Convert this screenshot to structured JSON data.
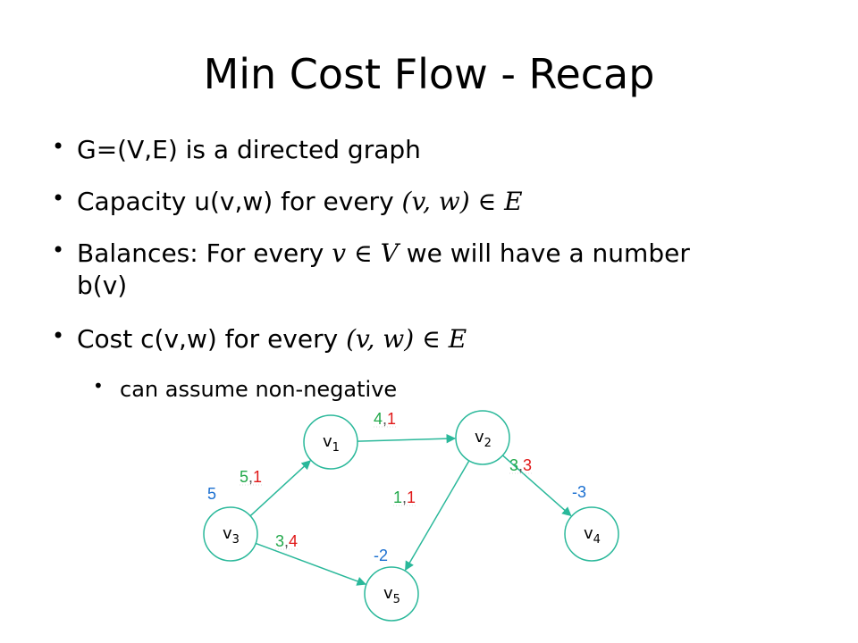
{
  "slide": {
    "title": "Min Cost Flow - Recap",
    "bullets": [
      {
        "text": "G=(V,E) is a directed graph",
        "math": ""
      },
      {
        "text": "Capacity u(v,w) for every ",
        "math": "(v, w) ∈ E"
      },
      {
        "text_before": "Balances: For every ",
        "math": "v ∈ V",
        "text_after": " we will have a number",
        "line2": "b(v)"
      },
      {
        "text": "Cost c(v,w) for every ",
        "math": "(v, w) ∈ E"
      }
    ],
    "sub_bullet": "can assume non-negative"
  },
  "graph": {
    "nodes": [
      {
        "id": "v1",
        "base": "v",
        "sub": "1"
      },
      {
        "id": "v2",
        "base": "v",
        "sub": "2"
      },
      {
        "id": "v3",
        "base": "v",
        "sub": "3"
      },
      {
        "id": "v4",
        "base": "v",
        "sub": "4"
      },
      {
        "id": "v5",
        "base": "v",
        "sub": "5"
      }
    ],
    "edges": [
      {
        "from": "v3",
        "to": "v1",
        "capacity": "5",
        "cost": "1"
      },
      {
        "from": "v1",
        "to": "v2",
        "capacity": "4",
        "cost": "1"
      },
      {
        "from": "v2",
        "to": "v4",
        "capacity": "3",
        "cost": "3"
      },
      {
        "from": "v2",
        "to": "v5",
        "capacity": "1",
        "cost": "1"
      },
      {
        "from": "v3",
        "to": "v5",
        "capacity": "3",
        "cost": "4"
      }
    ],
    "balances": [
      {
        "node": "v3",
        "value": "5"
      },
      {
        "node": "v4",
        "value": "-3"
      },
      {
        "node": "v5",
        "value": "-2"
      }
    ],
    "colors": {
      "edge": "#2ab89a",
      "capacity": "#22a84a",
      "cost": "#e01818",
      "balance": "#1a6fd0",
      "node_stroke": "#2ab89a"
    }
  }
}
